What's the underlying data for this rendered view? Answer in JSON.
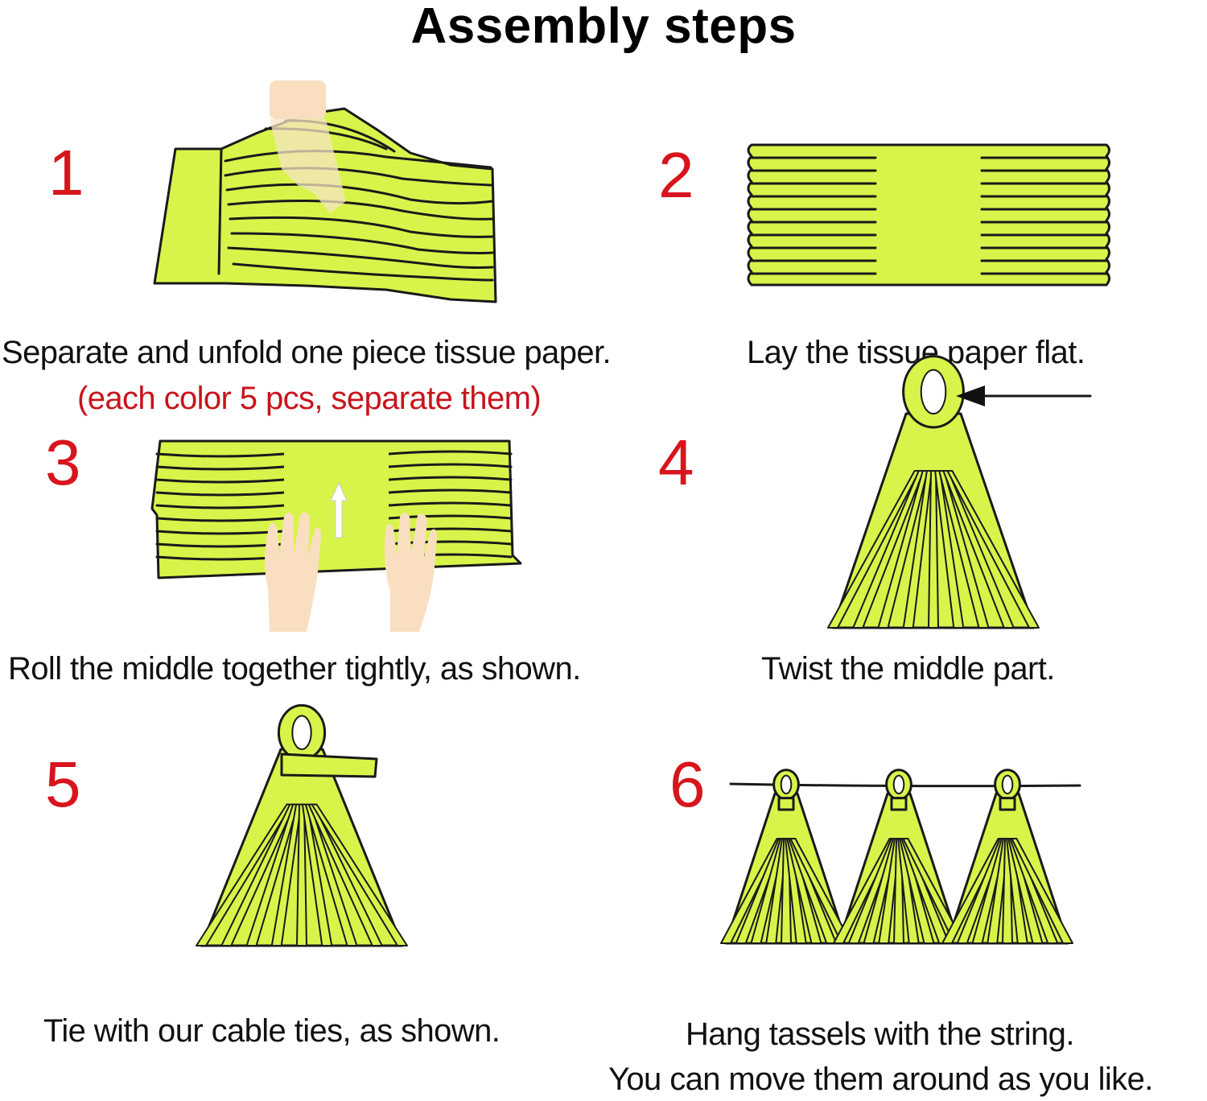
{
  "title": "Assembly steps",
  "colors": {
    "paper": "#d8f44a",
    "step_number": "#d8141c",
    "note": "#c8141c"
  },
  "steps": [
    {
      "number": "1",
      "caption": "Separate and unfold one piece tissue paper.",
      "note": "(each color 5 pcs, separate them)"
    },
    {
      "number": "2",
      "caption": "Lay the tissue paper flat."
    },
    {
      "number": "3",
      "caption": "Roll the middle together tightly, as shown."
    },
    {
      "number": "4",
      "caption": "Twist the middle part."
    },
    {
      "number": "5",
      "caption": "Tie with our cable ties, as shown."
    },
    {
      "number": "6",
      "caption": "Hang tassels with the string.",
      "caption2": "You can move them around as you like."
    }
  ]
}
